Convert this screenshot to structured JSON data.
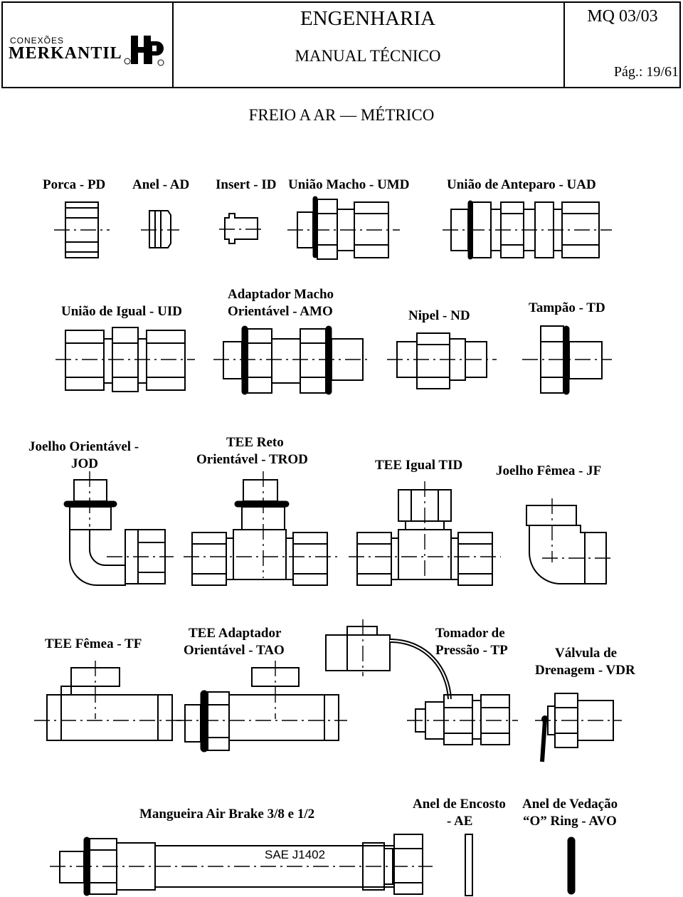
{
  "header": {
    "logo_small": "CONEXÕES",
    "logo_brand": "MERKANTIL",
    "logo_mark": "HP",
    "title": "ENGENHARIA",
    "subtitle": "MANUAL TÉCNICO",
    "doc_code": "MQ 03/03",
    "page": "Pág.: 19/61"
  },
  "page_title": "FREIO A AR — MÉTRICO",
  "rows": [
    {
      "items": [
        {
          "label": "Porca - PD"
        },
        {
          "label": "Anel - AD"
        },
        {
          "label": "Insert - ID"
        },
        {
          "label": "União Macho - UMD"
        },
        {
          "label": "União de Anteparo - UAD"
        }
      ]
    },
    {
      "items": [
        {
          "label": "União de Igual - UID"
        },
        {
          "label_1": "Adaptador Macho",
          "label_2": "Orientável - AMO"
        },
        {
          "label": "Nipel - ND"
        },
        {
          "label": "Tampão - TD"
        }
      ]
    },
    {
      "items": [
        {
          "label_1": "Joelho Orientável -",
          "label_2": "JOD"
        },
        {
          "label_1": "TEE Reto",
          "label_2": "Orientável - TROD"
        },
        {
          "label": "TEE Igual TID"
        },
        {
          "label": "Joelho Fêmea - JF"
        }
      ]
    },
    {
      "items": [
        {
          "label": "TEE Fêmea - TF"
        },
        {
          "label_1": "TEE Adaptador",
          "label_2": "Orientável - TAO"
        },
        {
          "label_1": "Tomador de",
          "label_2": "Pressão - TP"
        },
        {
          "label_1": "Válvula de",
          "label_2": "Drenagem - VDR"
        }
      ]
    },
    {
      "items": [
        {
          "label": "Mangueira Air Brake 3/8 e 1/2",
          "hose_mark": "SAE J1402"
        },
        {
          "label_1": "Anel de Encosto",
          "label_2": "- AE"
        },
        {
          "label_1": "Anel de Vedação",
          "label_2": "“O” Ring - AVO"
        }
      ]
    }
  ]
}
